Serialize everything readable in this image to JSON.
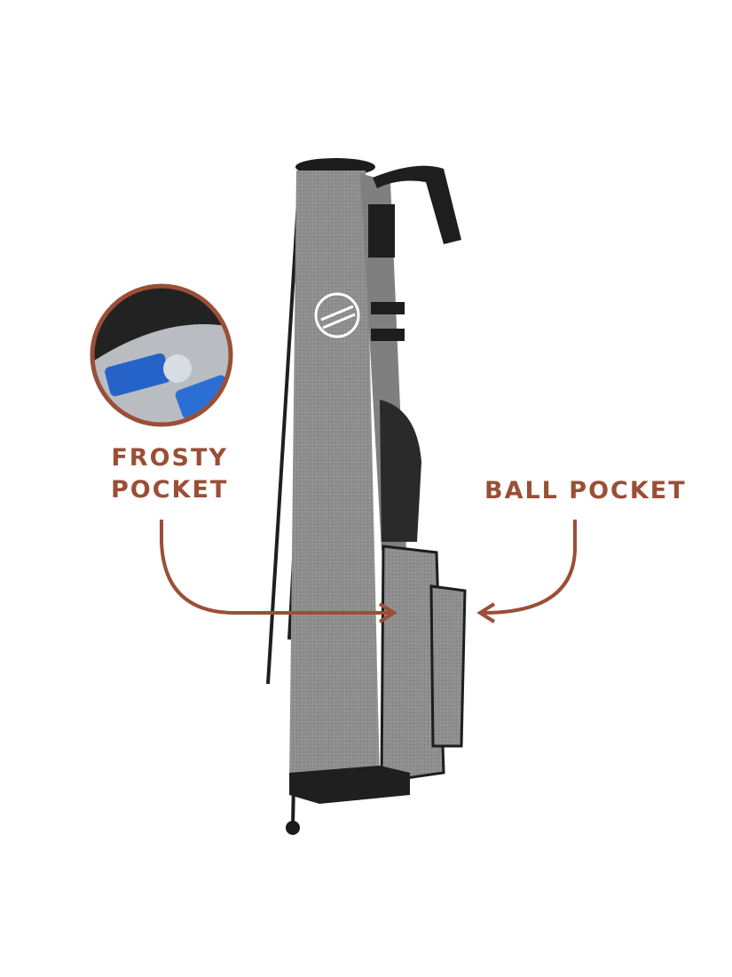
{
  "callouts": {
    "frosty_line1": "FROSTY",
    "frosty_line2": "POCKET",
    "ball": "BALL POCKET"
  },
  "colors": {
    "accent": "#9a4f36",
    "bag": "#8f8f8f",
    "trim": "#222222"
  }
}
